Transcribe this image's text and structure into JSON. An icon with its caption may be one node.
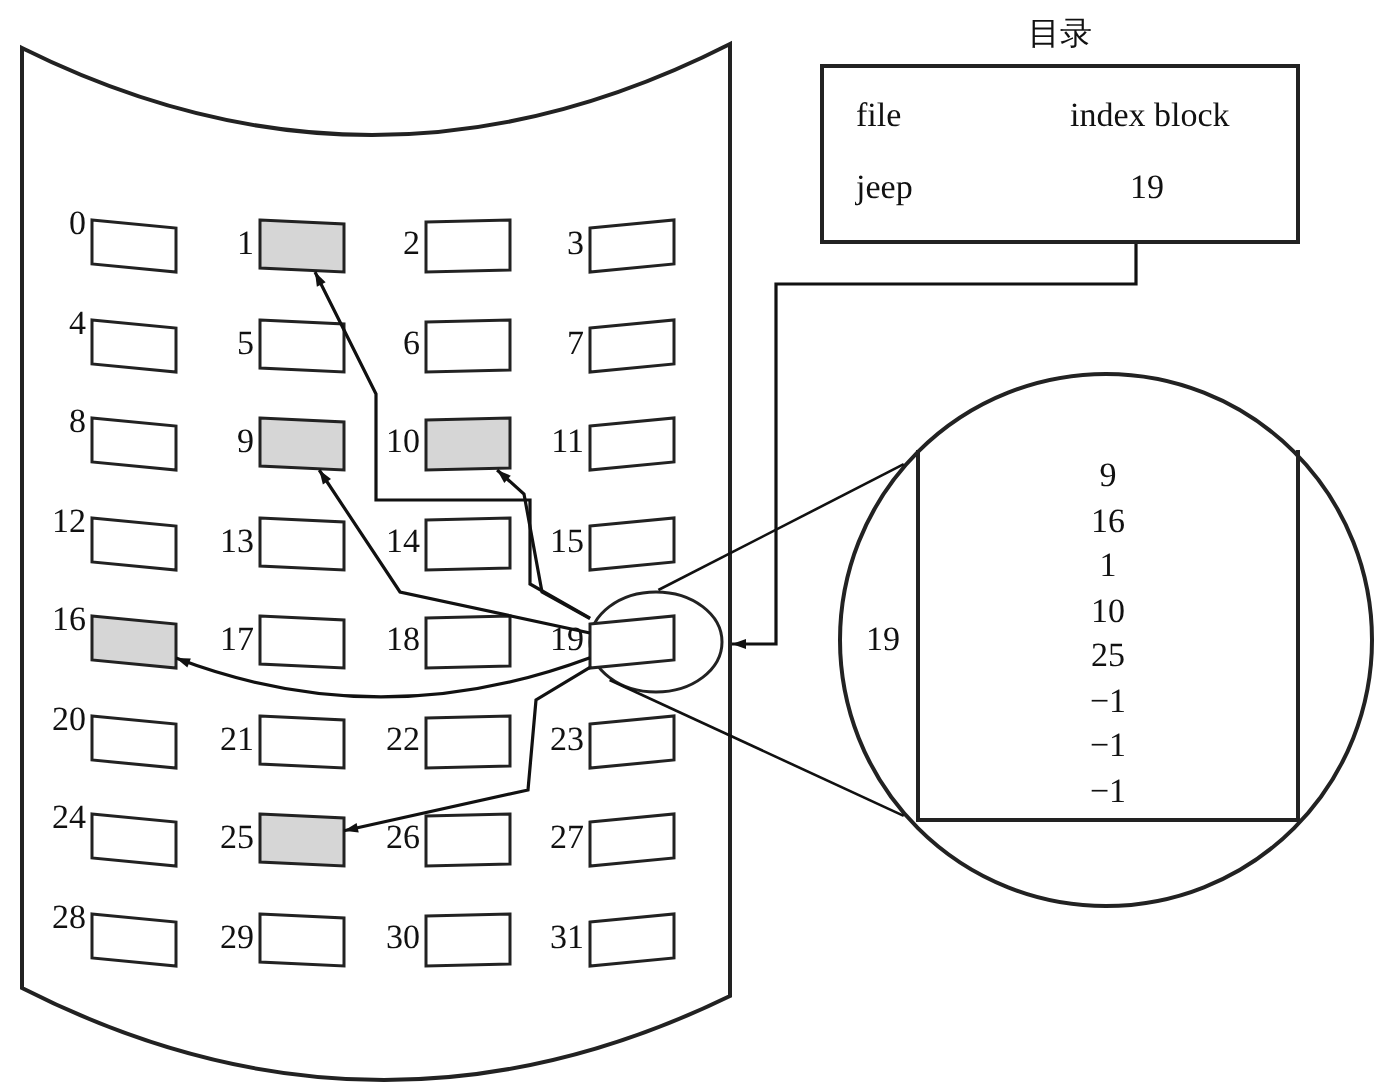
{
  "diagram": {
    "nodes": [
      {
        "text": [],
        "shape": "box"
      },
      {
        "text": [],
        "shape": "box",
        "beside": [
          "0"
        ],
        "in": 0
      },
      {
        "text": [],
        "shape": "box",
        "beside": [
          "1"
        ],
        "in": 0
      },
      {
        "text": [],
        "shape": "box",
        "beside": [
          "2"
        ],
        "in": 0
      },
      {
        "text": [],
        "shape": "box",
        "beside": [
          "3"
        ],
        "in": 0
      },
      {
        "text": [],
        "shape": "box",
        "beside": [
          "4"
        ],
        "in": 0
      },
      {
        "text": [],
        "shape": "box",
        "beside": [
          "5"
        ],
        "in": 0
      },
      {
        "text": [],
        "shape": "box",
        "beside": [
          "6"
        ],
        "in": 0
      },
      {
        "text": [],
        "shape": "box",
        "beside": [
          "7"
        ],
        "in": 0
      },
      {
        "text": [],
        "shape": "box",
        "beside": [
          "8"
        ],
        "in": 0
      },
      {
        "text": [],
        "shape": "box",
        "beside": [
          "9"
        ],
        "in": 0
      },
      {
        "text": [],
        "shape": "box",
        "beside": [
          "10"
        ],
        "in": 0
      },
      {
        "text": [],
        "shape": "box",
        "beside": [
          "11"
        ],
        "in": 0
      },
      {
        "text": [],
        "shape": "box",
        "beside": [
          "12"
        ],
        "in": 0
      },
      {
        "text": [],
        "shape": "box",
        "beside": [
          "13"
        ],
        "in": 0
      },
      {
        "text": [],
        "shape": "box",
        "beside": [
          "14"
        ],
        "in": 0
      },
      {
        "text": [],
        "shape": "box",
        "beside": [
          "15"
        ],
        "in": 0
      },
      {
        "text": [],
        "shape": "box",
        "beside": [
          "16"
        ],
        "in": 0
      },
      {
        "text": [],
        "shape": "box",
        "beside": [
          "17"
        ],
        "in": 0
      },
      {
        "text": [],
        "shape": "box",
        "beside": [
          "18"
        ],
        "in": 0
      },
      {
        "text": [],
        "shape": "box",
        "beside": [
          "19"
        ],
        "in": 36
      },
      {
        "text": [],
        "shape": "box",
        "beside": [
          "20"
        ],
        "in": 0
      },
      {
        "text": [],
        "shape": "box",
        "beside": [
          "21"
        ],
        "in": 0
      },
      {
        "text": [],
        "shape": "box",
        "beside": [
          "22"
        ],
        "in": 0
      },
      {
        "text": [],
        "shape": "box",
        "beside": [
          "23"
        ],
        "in": 0
      },
      {
        "text": [],
        "shape": "box",
        "beside": [
          "24"
        ],
        "in": 0
      },
      {
        "text": [],
        "shape": "box",
        "beside": [
          "25"
        ],
        "in": 0
      },
      {
        "text": [],
        "shape": "box",
        "beside": [
          "26"
        ],
        "in": 0
      },
      {
        "text": [],
        "shape": "box",
        "beside": [
          "27"
        ],
        "in": 0
      },
      {
        "text": [],
        "shape": "box",
        "beside": [
          "28"
        ],
        "in": 0
      },
      {
        "text": [],
        "shape": "box",
        "beside": [
          "29"
        ],
        "in": 0
      },
      {
        "text": [],
        "shape": "box",
        "beside": [
          "30"
        ],
        "in": 0
      },
      {
        "text": [],
        "shape": "box",
        "beside": [
          "31"
        ],
        "in": 0
      },
      {
        "text": [
          "目录",
          "file",
          "index block",
          "jeep",
          "19"
        ]
      },
      {
        "text": [],
        "shape": "circle"
      },
      {
        "text": [
          "9",
          "16",
          "1",
          "10",
          "25",
          "−1",
          "−1",
          "−1"
        ],
        "beside": [
          "19"
        ],
        "in": 34
      },
      {
        "text": [],
        "shape": "circle",
        "in": 0
      }
    ],
    "edges": [
      {
        "from": 20,
        "to": 10,
        "arrow": "to"
      },
      {
        "from": 20,
        "to": 17,
        "arrow": "to"
      },
      {
        "from": 20,
        "to": 2,
        "arrow": "to"
      },
      {
        "from": 20,
        "to": 11,
        "arrow": "to"
      },
      {
        "from": 20,
        "to": 26,
        "arrow": "to"
      },
      {
        "from": 33,
        "to": 0,
        "arrow": "to"
      },
      {
        "from": 36,
        "to": 34,
        "arrow": "none"
      },
      {
        "from": 36,
        "to": 34,
        "arrow": "none"
      }
    ]
  }
}
